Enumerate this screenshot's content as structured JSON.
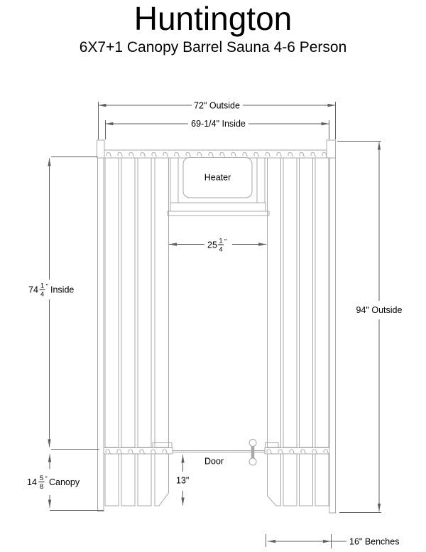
{
  "title": "Huntington",
  "subtitle": "6X7+1 Canopy Barrel Sauna 4-6 Person",
  "labels": {
    "heater": "Heater",
    "door": "Door"
  },
  "dims": {
    "outside_width": {
      "label": "72\" Outside"
    },
    "inside_width": {
      "label": "69-1/4\" Inside"
    },
    "door_width": {
      "whole": "25",
      "num": "1",
      "den": "4",
      "unit": "\""
    },
    "inside_length": {
      "whole": "74",
      "num": "1",
      "den": "4",
      "unit": "\"",
      "suffix": "Inside"
    },
    "outside_length": {
      "label": "94\" Outside"
    },
    "door_clearance": {
      "label": "13\""
    },
    "canopy": {
      "whole": "14",
      "num": "5",
      "den": "8",
      "unit": "\"",
      "suffix": "Canopy"
    },
    "benches": {
      "label": "16\" Benches"
    }
  },
  "colors": {
    "structure": "#a8a8a8",
    "dimension": "#5f5f5f",
    "text": "#000000",
    "background": "#ffffff"
  }
}
